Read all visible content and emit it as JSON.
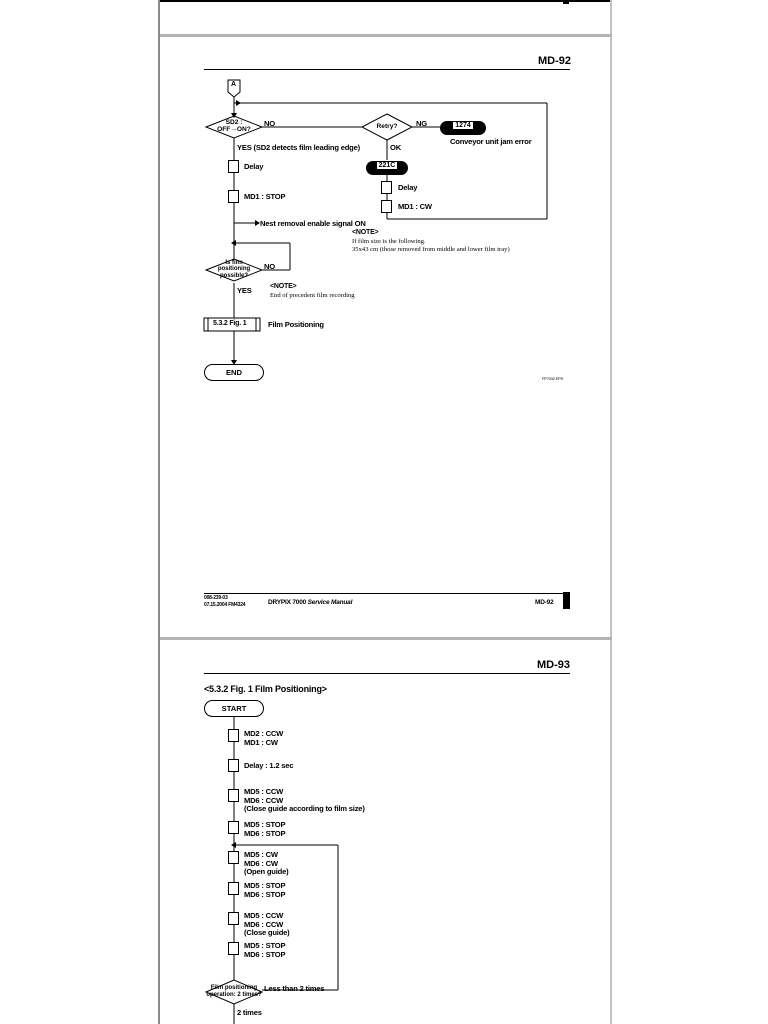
{
  "page1": {
    "page_number": "MD-92",
    "connector": "A",
    "decision_sd2": "SD2 :\nOFF→ON?",
    "sd2_no": "NO",
    "sd2_yes": "YES (SD2 detects film leading edge)",
    "retry": "Retry?",
    "retry_ng": "NG",
    "retry_ok": "OK",
    "error_code": "1274",
    "error_label": "Conveyor unit jam error",
    "code_221c": "221C",
    "delay": "Delay",
    "md1_stop": "MD1 : STOP",
    "delay2": "Delay",
    "md1_cw": "MD1 : CW",
    "nest_removal": "Nest removal enable signal ON",
    "note1_title": "<NOTE>",
    "note1_line1": "If film size is the following.",
    "note1_line2": "35x43 cm (those removed from middle and lower film tray)",
    "decision_film": "Is film\npositioning\npossible?",
    "film_no": "NO",
    "film_yes": "YES",
    "note2_title": "<NOTE>",
    "note2_line1": "End of precedent film recording",
    "ref_box": "5.3.2 Fig. 1",
    "ref_label": "Film Positioning",
    "end": "END",
    "figure_id": "FP7032.EPS",
    "footer_doc1": "008-239-03",
    "footer_doc2": "07.15.2004 FM4324",
    "footer_manual": "DRYPIX 7000",
    "footer_manual_italic": "Service Manual",
    "footer_page": "MD-92"
  },
  "page2": {
    "page_number": "MD-93",
    "section_title": "<5.3.2 Fig. 1 Film Positioning>",
    "start": "START",
    "steps": [
      [
        "MD2 : CCW",
        "MD1 : CW"
      ],
      [
        "Delay : 1.2 sec"
      ],
      [
        "MD5 : CCW",
        "MD6 : CCW",
        "(Close guide according to film size)"
      ],
      [
        "MD5 : STOP",
        "MD6 : STOP"
      ],
      [
        "MD5 : CW",
        "MD6 : CW",
        "(Open guide)"
      ],
      [
        "MD5 : STOP",
        "MD6 : STOP"
      ],
      [
        "MD5 : CCW",
        "MD6 : CCW",
        "(Close guide)"
      ],
      [
        "MD5 : STOP",
        "MD6 : STOP"
      ]
    ],
    "decision": "Film positioning\noperation: 2 times?",
    "less_than": "Less than 2 times",
    "two_times": "2 times"
  }
}
